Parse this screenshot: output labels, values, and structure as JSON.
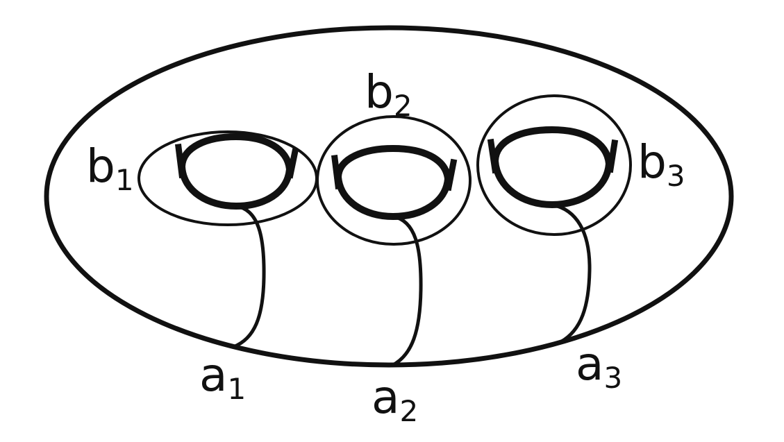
{
  "colors": {
    "ink": "#111111",
    "background": "#ffffff"
  },
  "labels": {
    "b1": {
      "letter": "b",
      "index": "1"
    },
    "b2": {
      "letter": "b",
      "index": "2"
    },
    "b3": {
      "letter": "b",
      "index": "3"
    },
    "a1": {
      "letter": "a",
      "index": "1"
    },
    "a2": {
      "letter": "a",
      "index": "2"
    },
    "a3": {
      "letter": "a",
      "index": "3"
    }
  }
}
